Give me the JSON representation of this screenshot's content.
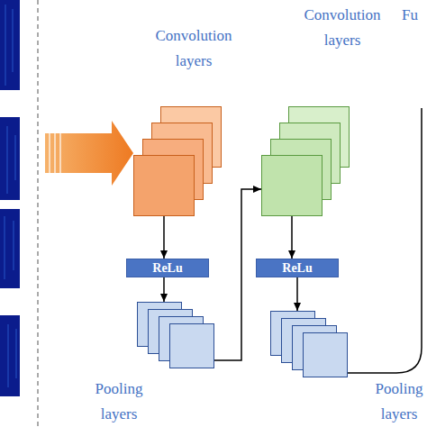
{
  "diagram": {
    "nodes": [
      {
        "text": [
          "Convolution layers"
        ]
      },
      {
        "text": [
          "ReLu"
        ]
      },
      {
        "text": [
          "Pooling layers"
        ]
      },
      {
        "text": [
          "Convolution layers"
        ]
      },
      {
        "text": [
          "ReLu"
        ]
      },
      {
        "text": [
          "Pooling layers"
        ]
      }
    ],
    "edges": [
      {
        "from": 0,
        "to": 1,
        "arrow": "to"
      },
      {
        "from": 1,
        "to": 2,
        "arrow": "to"
      },
      {
        "from": 2,
        "to": 3,
        "arrow": "to"
      },
      {
        "from": 3,
        "to": 4,
        "arrow": "to"
      },
      {
        "from": 4,
        "to": 5,
        "arrow": "to"
      }
    ],
    "labels": [
      "Fu"
    ]
  }
}
